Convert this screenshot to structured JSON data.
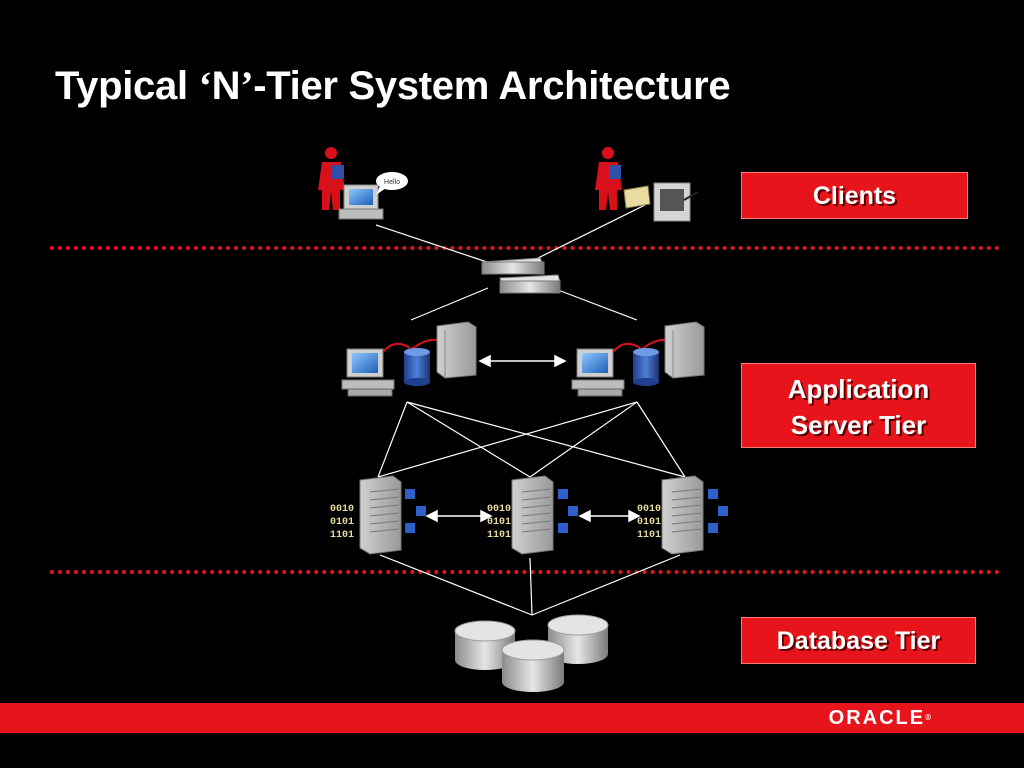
{
  "slide": {
    "title_prefix": "Typical ",
    "title_quote_open": "‘",
    "title_n": "N",
    "title_quote_close": "’",
    "title_suffix": "-Tier System Architecture"
  },
  "tiers": {
    "clients": "Clients",
    "app_line1": "Application",
    "app_line2": "Server Tier",
    "database": "Database Tier"
  },
  "bubble_text": "Hello",
  "server_code": {
    "line1": "0010",
    "line2": "0101",
    "line3": "1101"
  },
  "footer": {
    "logo": "ORACLE",
    "tm": "®"
  },
  "colors": {
    "accent": "#e8141c",
    "background": "#000000",
    "text": "#ffffff"
  }
}
